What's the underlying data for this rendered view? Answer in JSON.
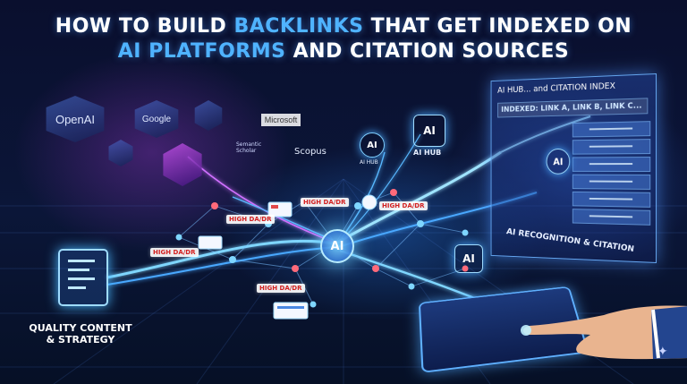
{
  "title": {
    "line1_pre": "HOW TO BUILD ",
    "line1_hl": "BACKLINKS",
    "line1_post": " THAT GET INDEXED ON",
    "line2_hl": "AI PLATFORMS",
    "line2_post": " AND CITATION SOURCES"
  },
  "logos": {
    "openai": "OpenAI",
    "google": "Google",
    "microsoft": "Microsoft",
    "semantic_scholar_1": "Semantic",
    "semantic_scholar_2": "Scholar",
    "scopus": "Scopus",
    "ai_small": "AI",
    "ai_hub_small": "AI HUB",
    "ai_hub_large_icon": "AI",
    "ai_hub_large": "AI HUB"
  },
  "tags": [
    "HIGH DA/DR",
    "HIGH DA/DR",
    "HIGH DA/DR",
    "HIGH DA/DR",
    "HIGH DA/DR"
  ],
  "center_node": "AI",
  "panel": {
    "header": "AI HUB... and CITATION INDEX",
    "indexed": "INDEXED: LINK A, LINK B, LINK C...",
    "node_label": "AI"
  },
  "recognition": {
    "node_label": "AI",
    "caption": "AI RECOGNITION & CITATION"
  },
  "content": {
    "caption_line1": "QUALITY CONTENT",
    "caption_line2": "& STRATEGY"
  },
  "colors": {
    "accent": "#4fb3ff",
    "tag_text": "#d32020",
    "background": "#070b22"
  },
  "icons": [
    "openai-logo-icon",
    "google-logo-icon",
    "microsoft-logo-icon",
    "document-icon",
    "tablet-icon",
    "hand-icon",
    "sparkle-icon"
  ]
}
